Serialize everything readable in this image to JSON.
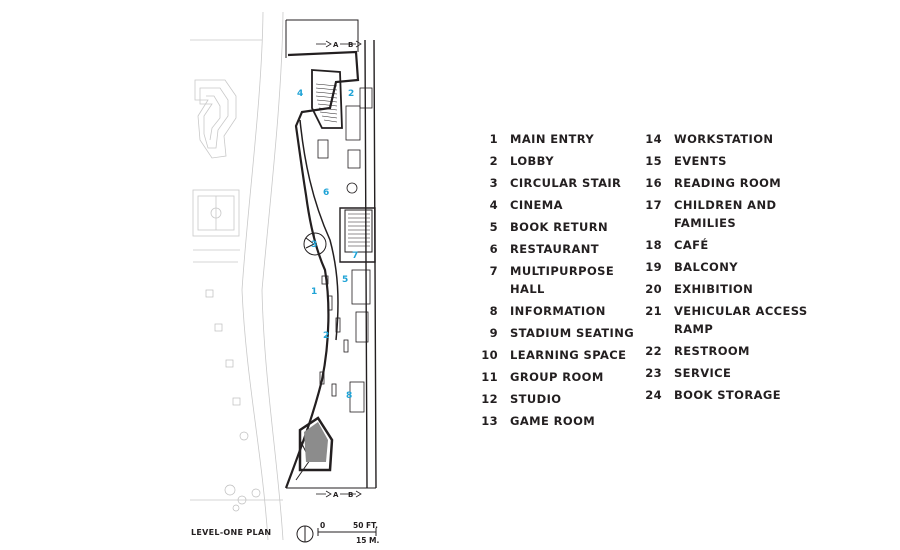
{
  "legend": {
    "column1": [
      {
        "num": "1",
        "label": "MAIN ENTRY"
      },
      {
        "num": "2",
        "label": "LOBBY"
      },
      {
        "num": "3",
        "label": "CIRCULAR STAIR"
      },
      {
        "num": "4",
        "label": "CINEMA"
      },
      {
        "num": "5",
        "label": "BOOK RETURN"
      },
      {
        "num": "6",
        "label": "RESTAURANT"
      },
      {
        "num": "7",
        "label": "MULTIPURPOSE HALL"
      },
      {
        "num": "8",
        "label": "INFORMATION"
      },
      {
        "num": "9",
        "label": "STADIUM SEATING"
      },
      {
        "num": "10",
        "label": "LEARNING SPACE"
      },
      {
        "num": "11",
        "label": "GROUP ROOM"
      },
      {
        "num": "12",
        "label": "STUDIO"
      },
      {
        "num": "13",
        "label": "GAME ROOM"
      }
    ],
    "column2": [
      {
        "num": "14",
        "label": "WORKSTATION"
      },
      {
        "num": "15",
        "label": "EVENTS"
      },
      {
        "num": "16",
        "label": "READING ROOM"
      },
      {
        "num": "17",
        "label": "CHILDREN AND FAMILIES"
      },
      {
        "num": "18",
        "label": "CAFÉ"
      },
      {
        "num": "19",
        "label": "BALCONY"
      },
      {
        "num": "20",
        "label": "EXHIBITION"
      },
      {
        "num": "21",
        "label": "VEHICULAR ACCESS RAMP"
      },
      {
        "num": "22",
        "label": "RESTROOM"
      },
      {
        "num": "23",
        "label": "SERVICE"
      },
      {
        "num": "24",
        "label": "BOOK STORAGE"
      }
    ]
  },
  "plan": {
    "caption": "LEVEL-ONE PLAN",
    "scale_zero": "0",
    "scale_ft": "50 FT.",
    "scale_m": "15 M.",
    "section_a": "A",
    "section_b": "B",
    "room_labels": [
      "4",
      "2",
      "6",
      "3",
      "7",
      "5",
      "1",
      "2",
      "8"
    ],
    "accent_color": "#1fa3d6"
  }
}
